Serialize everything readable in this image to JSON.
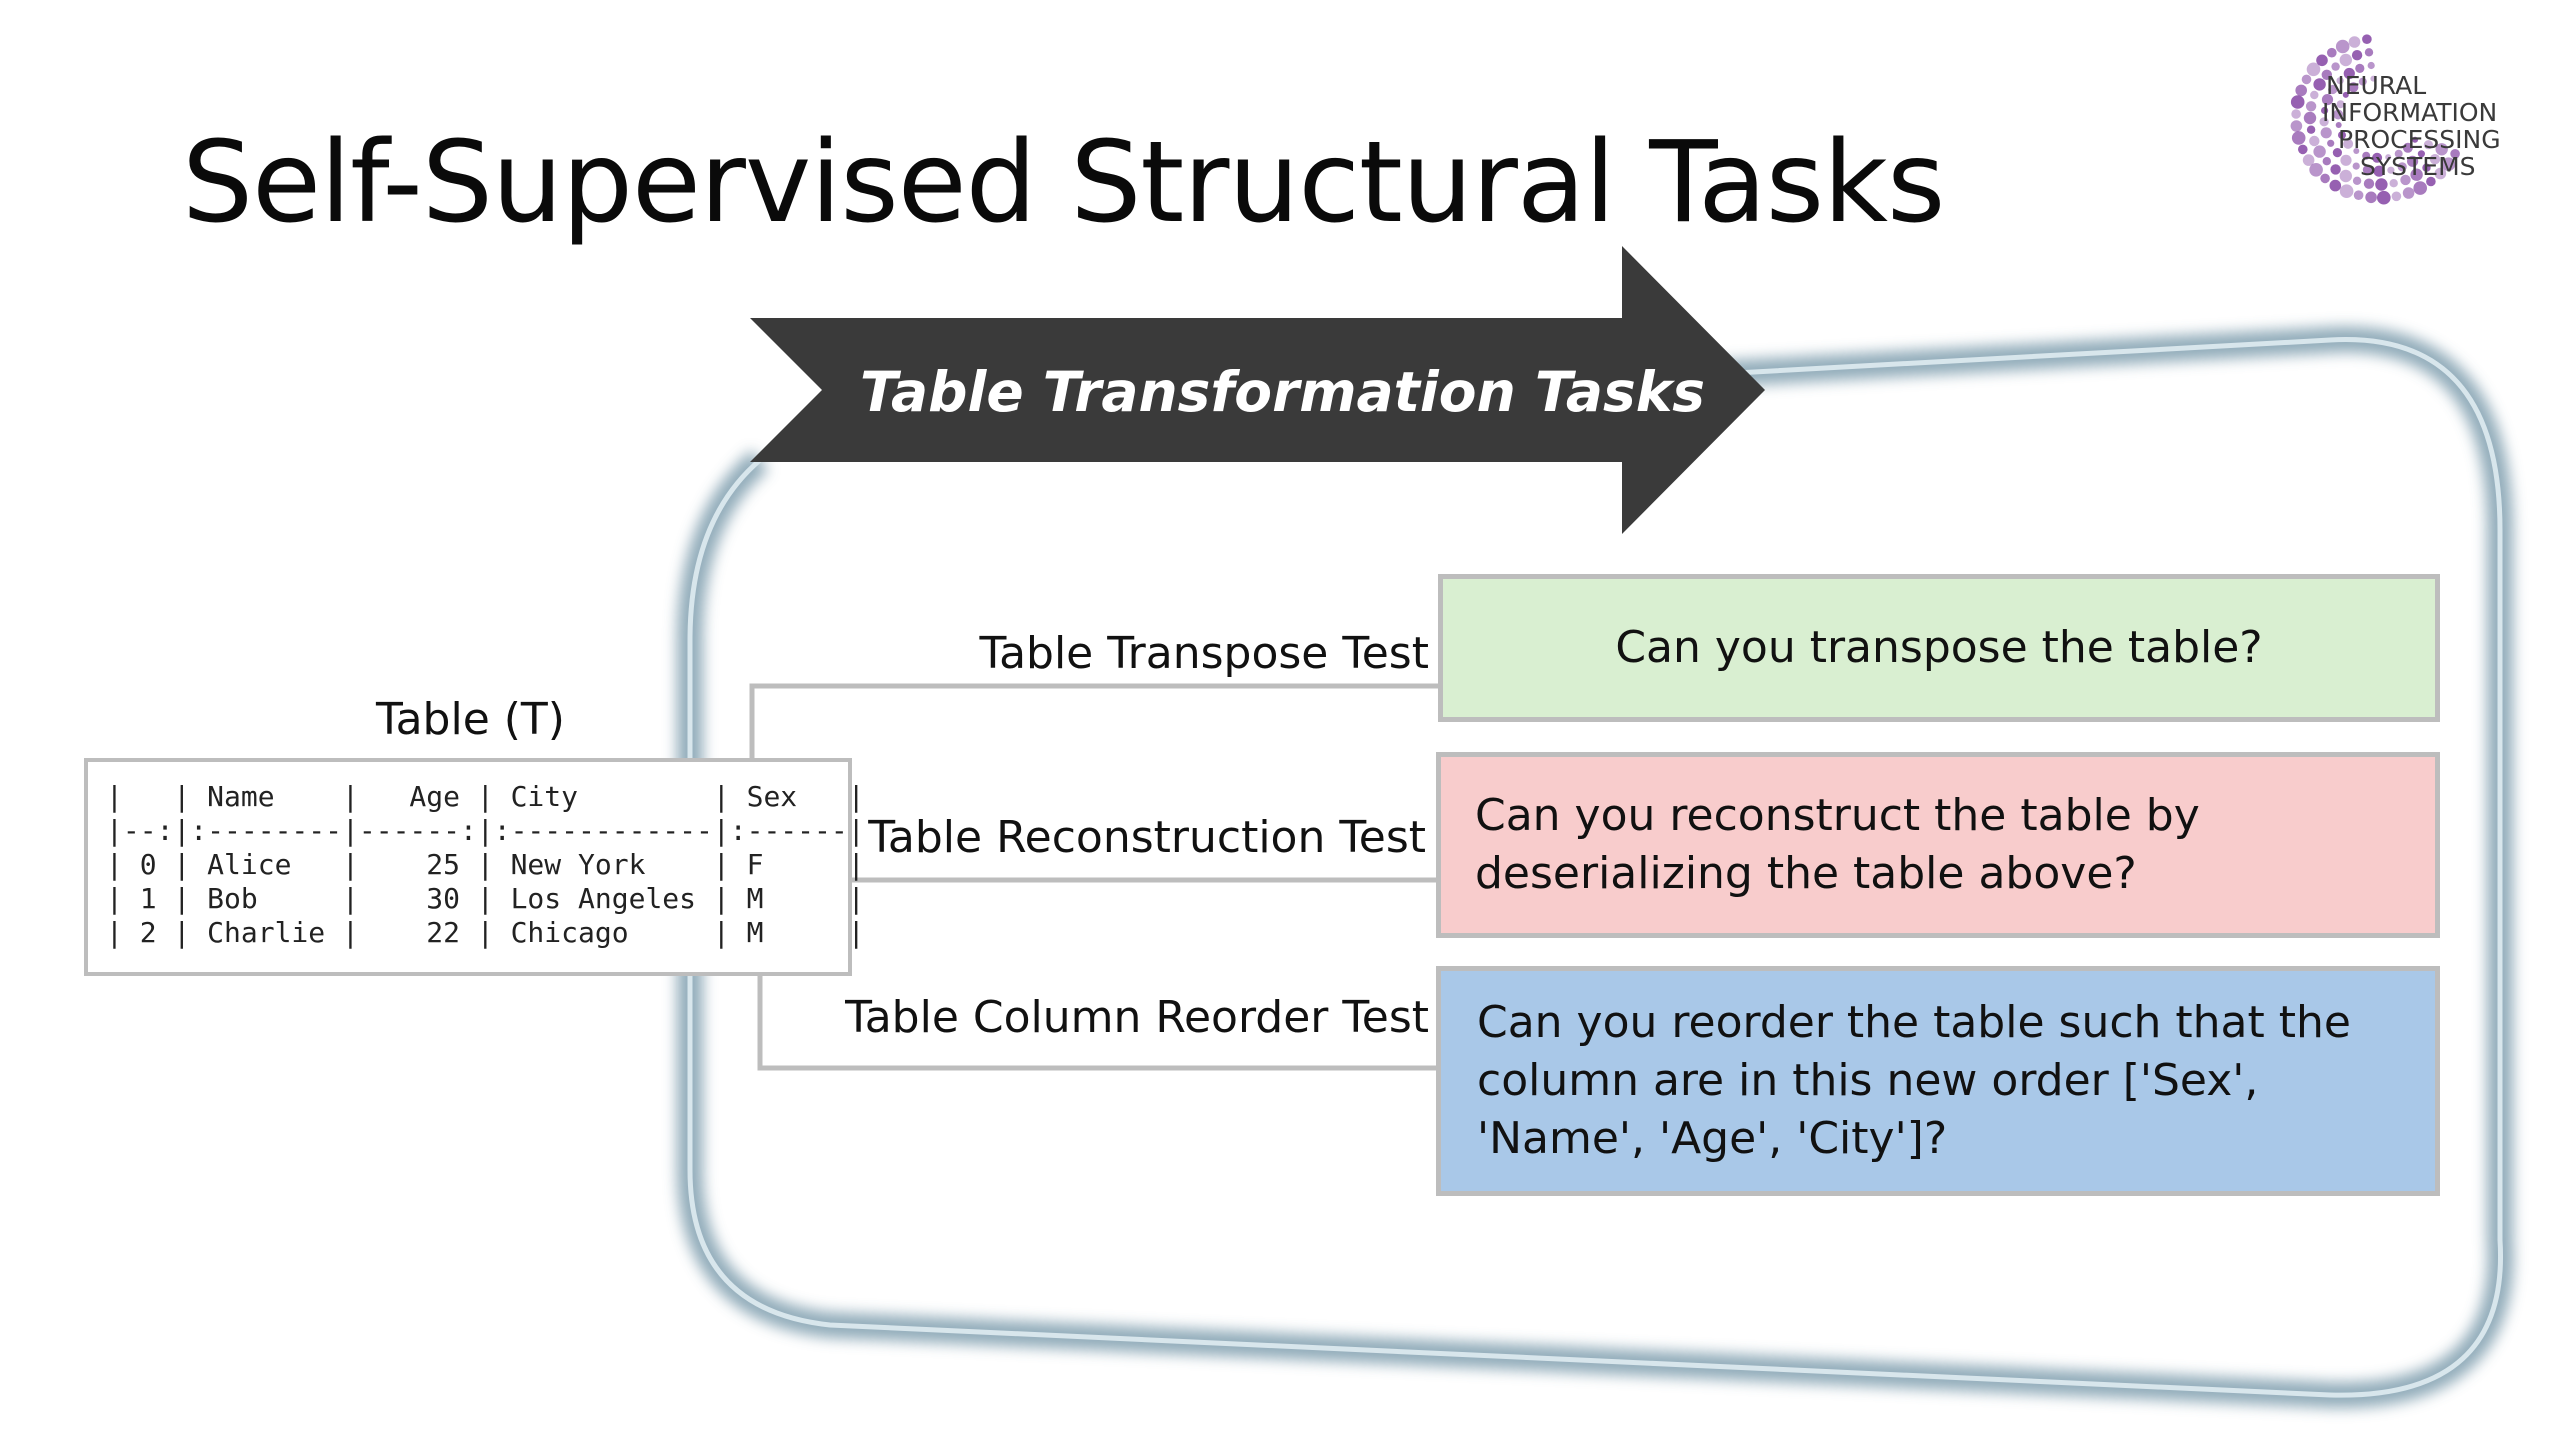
{
  "slide": {
    "title": "Self-Supervised Structural Tasks"
  },
  "logo": {
    "lines": [
      "NEURAL",
      "INFORMATION",
      "PROCESSING",
      "SYSTEMS"
    ],
    "dot_color": "#8b4fa8"
  },
  "arrow": {
    "label": "Table Transformation Tasks",
    "color": "#3a3a3a"
  },
  "table": {
    "caption": "Table (T)",
    "markdown": "|   | Name    |   Age | City        | Sex   |\n|--:|:--------|------:|:------------|:------|\n| 0 | Alice   |    25 | New York    | F     |\n| 1 | Bob     |    30 | Los Angeles | M     |\n| 2 | Charlie |    22 | Chicago     | M     |"
  },
  "tests": [
    {
      "label": "Table Transpose Test",
      "question": "Can you transpose the table?",
      "color": "#d9efd1"
    },
    {
      "label": "Table Reconstruction Test",
      "question": "Can you reconstruct the table by deserializing the table above?",
      "color": "#f8cccc"
    },
    {
      "label": "Table Column Reorder Test",
      "question": "Can you reorder the table such that the column are in this new order ['Sex', 'Name', 'Age', 'City']?",
      "color": "#a9c8e8"
    }
  ]
}
